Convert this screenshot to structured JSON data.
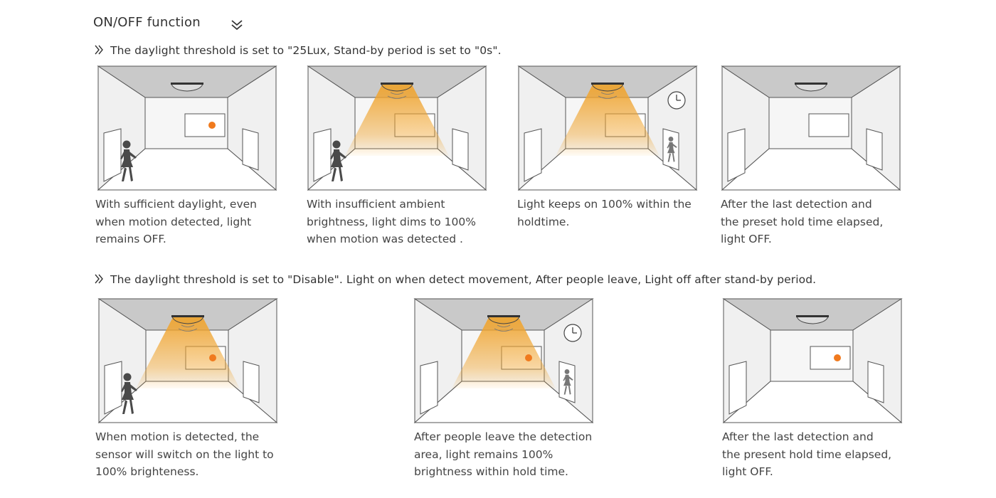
{
  "header": {
    "title": "ON/OFF function",
    "expand_icon": "double-chevron-down-icon"
  },
  "colors": {
    "light_beam": "#f0a531",
    "sun_dot": "#f07a1e",
    "ceiling": "#c9c9c9",
    "wall_side": "#f0f0f0",
    "wall_back": "#f6f6f6",
    "person": "#4a4a4a"
  },
  "section1": {
    "heading": "The daylight threshold is set to \"25Lux, Stand-by period is set to \"0s\".",
    "panels": [
      {
        "caption": [
          "With sufficient daylight, even",
          "when motion detected, light",
          "remains OFF."
        ],
        "light": "off",
        "sky_icon": "sun-icon",
        "person": "left",
        "clock": false
      },
      {
        "caption": [
          "With insufficient ambient",
          "brightness, light dims to 100%",
          "when motion was detected ."
        ],
        "light": "on",
        "sky_icon": "moon-icon",
        "person": "left",
        "clock": false
      },
      {
        "caption": [
          "Light keeps on 100% within the",
          "holdtime."
        ],
        "light": "on",
        "sky_icon": "moon-icon",
        "person": "right-leaving",
        "clock": true
      },
      {
        "caption": [
          "After the last detection and",
          "the preset hold time elapsed,",
          "light OFF."
        ],
        "light": "off",
        "sky_icon": "moon-icon",
        "person": "none",
        "clock": false
      }
    ]
  },
  "section2": {
    "heading": "The daylight threshold is set to \"Disable\".  Light on when detect movement, After people leave, Light off after stand-by period.",
    "panels": [
      {
        "caption": [
          "When motion is detected, the",
          "sensor will switch on the light to",
          "100% brighteness."
        ],
        "light": "on",
        "sky_icon": "sun-icon",
        "person": "left",
        "clock": false
      },
      {
        "caption": [
          "After people leave the detection",
          "area, light remains 100%",
          "brightness within hold time."
        ],
        "light": "on",
        "sky_icon": "sun-icon",
        "person": "right-leaving",
        "clock": true
      },
      {
        "caption": [
          "After the last detection and",
          "the present hold time elapsed,",
          "light OFF."
        ],
        "light": "off",
        "sky_icon": "sun-icon",
        "person": "none",
        "clock": false
      }
    ]
  }
}
